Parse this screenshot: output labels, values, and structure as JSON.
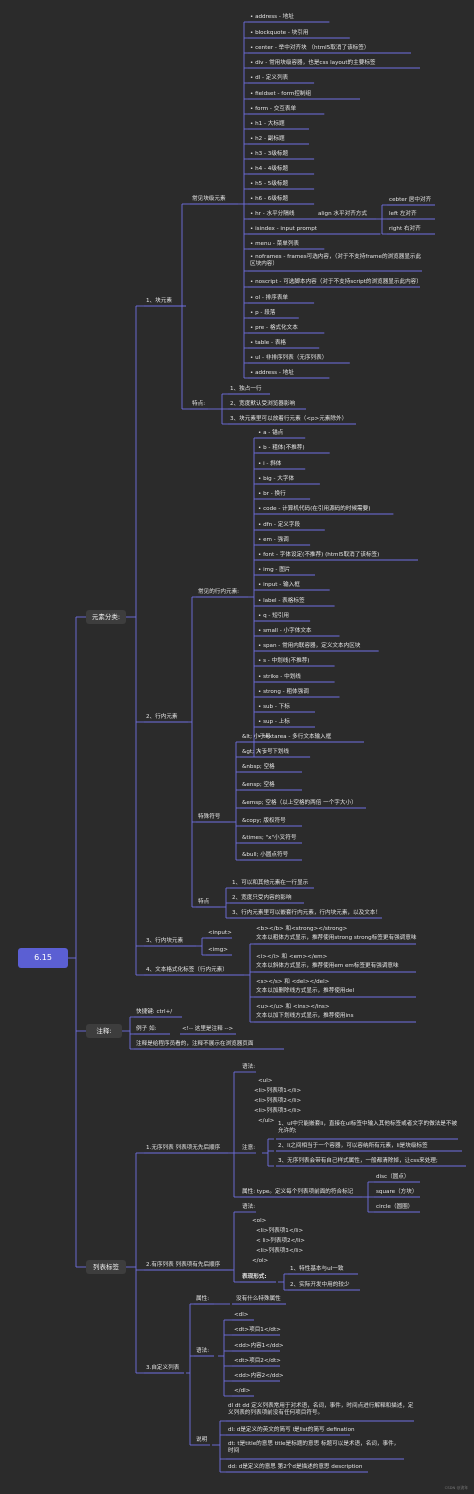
{
  "root": "6.15",
  "sections": {
    "classify": "元素分类:",
    "comment": "注释:",
    "lists": "列表标签"
  },
  "block": {
    "label": "1、块元素",
    "common_label": "常见块级元素",
    "items": [
      "• address - 地址",
      "• blockquote - 块引用",
      "• center - 举中对齐块 （html5取消了该标签）",
      "• div - 常用块级容器，也是css layout的主要标签",
      "• dl - 定义列表",
      "• fieldset - form控制组",
      "• form - 交互表单",
      "• h1 - 大标题",
      "• h2 - 副标题",
      "• h3 - 3级标题",
      "• h4 - 4级标题",
      "• h5 - 5级标题",
      "• h6 - 6级标题",
      "• hr - 水平分隔线",
      "• isindex - input prompt",
      "• menu - 菜单列表",
      "• noframes - frames可选内容，（对于不支持frame的浏览器显示此区块内容）",
      "• noscript - 可选脚本内容（对于不支持script的浏览器显示此内容）",
      "• ol - 排序表单",
      "• p - 段落",
      "• pre - 格式化文本",
      "• table - 表格",
      "• ul - 非排序列表（无序列表）",
      "• address - 地址"
    ],
    "align_label": "align  水平对齐方式",
    "align_items": [
      "cebter   居中对齐",
      "left       左对齐",
      "right    右对齐"
    ],
    "features_label": "特点:",
    "features": [
      "1、独占一行",
      "2、宽度默认受浏览器影响",
      "3、块元素里可以放着行元素（<p>元素除外）"
    ]
  },
  "inline": {
    "label": "2、行内元素",
    "common_label": "常见的行内元素:",
    "items": [
      "• a - 锚点",
      "• b - 粗体(不推荐)",
      "• i - 斜体",
      "• big - 大字体",
      "• br - 换行",
      "• code - 计算机代码(在引用源码的时候需要)",
      "• dfn - 定义字段",
      "• em - 强调",
      "• font - 字体设定(不推荐)    (html5取消了该标签)",
      "• img - 图片",
      "• input - 输入框",
      "• label - 表格标签",
      "• q - 短引用",
      "• small - 小字体文本",
      "• span - 常用内联容器，定义文本内区块",
      "• s - 中划线(不推荐)",
      "• strike - 中划线",
      "• strong - 粗体强调",
      "• sub - 下标",
      "• sup - 上标",
      "• textarea - 多行文本输入框",
      "• u - 下划线"
    ],
    "special_label": "特殊符号",
    "special": [
      "&lt;    小于号",
      "&gt;   大于号",
      "&nbsp;    空格",
      "&ensp;   空格",
      "&emsp;   空格（以上空格的两倍   一个字大小）",
      "&copy;    版权符号",
      "&times;   \"x\"小叉符号",
      "&bull;    小圆点符号"
    ],
    "features_label": "特点",
    "features": [
      "1、可以和其他元素在一行显示",
      "2、宽度只受内容的影响",
      "3、行内元素里可以嵌套行内元素，行内块元素，以及文本！"
    ]
  },
  "inline_block": {
    "label": "3、行内块元素",
    "items": [
      "<input>",
      "<img>"
    ]
  },
  "format": {
    "label": "4、文本格式化标签（行内元素）",
    "items": [
      [
        "<b></b> 和<strong></strong>",
        "文本以粗体方式显示，推荐使用strong  strong标签更有强调意味"
      ],
      [
        "<i></i>    和   <em></em>",
        "文本以斜体方式显示，推荐使用em      em标签更有强调意味"
      ],
      [
        "<s></s>    和  <del></del>",
        "文本以加删除线方式显示，推荐使用del"
      ],
      [
        "<u></u>    和   <ins></ins>",
        "文本以加下划线方式显示，推荐使用ins"
      ]
    ]
  },
  "comment": {
    "shortcut": "快捷键:   ctrl+/",
    "example_label": "例子  如:",
    "example": "<!--   这里是注释  -->",
    "note": "注释是给程序员看的，注释不展示在浏览器页面"
  },
  "list": {
    "ul": {
      "label": "1.无序列表    列表项无先后顺序",
      "syntax_label": "语法:",
      "code": [
        "<ul>",
        "<li>列表项1</li>",
        "<li>列表项2</li>",
        "<li>列表项3</li>",
        "</ul>"
      ],
      "note_label": "注意:",
      "notes": [
        "1、ul中只能嵌套li，直接在ul标签中输入其他标签或者文字的做法是不被允许的;",
        "2、li之间相当于一个容器，可以容纳所有元素，li是块级标签",
        "3、无序列表会带有自己样式属性，一般都清除掉，让css来处理;"
      ],
      "attr_label": "属性: type。定义每个列表项前面的符合标记",
      "attr_items": [
        "disc（圆点）",
        "square（方块）",
        "circle（圆圈）"
      ]
    },
    "ol": {
      "label": "2.有序列表    列表项有先后顺序",
      "syntax_label": "语法:",
      "code": [
        "<ol>",
        "<li>列表项1</li>",
        "< li>列表项2</li>",
        "<li>列表项3</li>",
        "</ol>"
      ],
      "tags_label": "表现形式:",
      "tags": [
        "1、特性基本与ul一致",
        "2、实际开发中用的较少"
      ]
    },
    "dl": {
      "label": "3.自定义列表",
      "attr_label": "属性:",
      "attr": "没有什么特殊属性",
      "syntax_label": "语法:",
      "code": [
        "<dl>",
        "<dt>项目1</dt>",
        "<dd>内容1</dd>",
        "<dt>项目2</dt>",
        "<dd>内容2</dd>",
        "</dl>"
      ],
      "note_label": "说明",
      "notes": [
        "dl  dt  dd  定义列表常用于对术语，名词，事件，时间点进行解释和描述，定义列表的列表项前没有任何项目符号。",
        "dl: d是定义的英文的简写   l是list的简写     defination",
        "dt: t是title的意思   title是标题的意思  标题可以是术语，名词，事件，时间",
        "dd: d是定义的意思   第2个d是描述的意思    description"
      ]
    }
  }
}
